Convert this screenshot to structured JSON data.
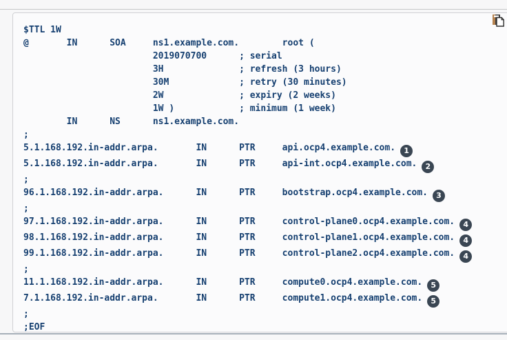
{
  "page": {
    "background_color": "#f7f7f8",
    "top_rule_color": "#c6c7c9",
    "bottom_rule_color": "#a6afb9"
  },
  "code_block": {
    "kind": "dns-reverse-zone-file",
    "text_color": "#153f70",
    "background_color": "#fbfbfc",
    "border_color": "#d0d1d4",
    "callout_color": "#3a4653",
    "copy_button": {
      "icon": "copy-icon"
    },
    "lines": [
      {
        "text": "$TTL 1W",
        "callout": null
      },
      {
        "text": "@       IN      SOA     ns1.example.com.        root (",
        "callout": null
      },
      {
        "text": "                        2019070700      ; serial",
        "callout": null
      },
      {
        "text": "                        3H              ; refresh (3 hours)",
        "callout": null
      },
      {
        "text": "                        30M             ; retry (30 minutes)",
        "callout": null
      },
      {
        "text": "                        2W              ; expiry (2 weeks)",
        "callout": null
      },
      {
        "text": "                        1W )            ; minimum (1 week)",
        "callout": null
      },
      {
        "text": "        IN      NS      ns1.example.com.",
        "callout": null
      },
      {
        "text": ";",
        "callout": null
      },
      {
        "text": "5.1.168.192.in-addr.arpa.       IN      PTR     api.ocp4.example.com.",
        "callout": "1"
      },
      {
        "text": "5.1.168.192.in-addr.arpa.       IN      PTR     api-int.ocp4.example.com.",
        "callout": "2"
      },
      {
        "text": ";",
        "callout": null
      },
      {
        "text": "96.1.168.192.in-addr.arpa.      IN      PTR     bootstrap.ocp4.example.com.",
        "callout": "3"
      },
      {
        "text": ";",
        "callout": null
      },
      {
        "text": "97.1.168.192.in-addr.arpa.      IN      PTR     control-plane0.ocp4.example.com.",
        "callout": "4"
      },
      {
        "text": "98.1.168.192.in-addr.arpa.      IN      PTR     control-plane1.ocp4.example.com.",
        "callout": "4"
      },
      {
        "text": "99.1.168.192.in-addr.arpa.      IN      PTR     control-plane2.ocp4.example.com.",
        "callout": "4"
      },
      {
        "text": ";",
        "callout": null
      },
      {
        "text": "11.1.168.192.in-addr.arpa.      IN      PTR     compute0.ocp4.example.com.",
        "callout": "5"
      },
      {
        "text": "7.1.168.192.in-addr.arpa.       IN      PTR     compute1.ocp4.example.com.",
        "callout": "5"
      },
      {
        "text": ";",
        "callout": null
      },
      {
        "text": ";EOF",
        "callout": null
      }
    ]
  }
}
